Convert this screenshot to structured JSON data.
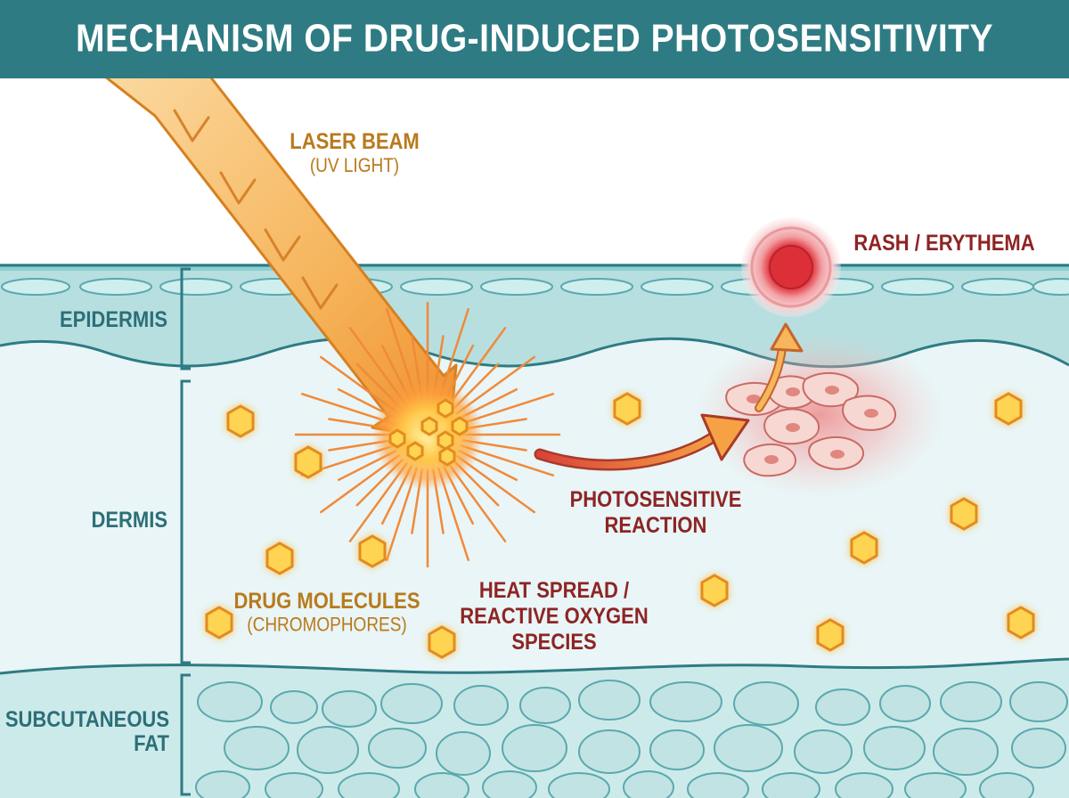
{
  "title": "MECHANISM OF DRUG-INDUCED PHOTOSENSITIVITY",
  "layers": {
    "epidermis": "EPIDERMIS",
    "dermis": "DERMIS",
    "subcutaneous_line1": "SUBCUTANEOUS",
    "subcutaneous_line2": "FAT"
  },
  "labels": {
    "laser_beam": "LASER BEAM",
    "uv_light": "(UV LIGHT)",
    "rash": "RASH / ERYTHEMA",
    "reaction_line1": "PHOTOSENSITIVE",
    "reaction_line2": "REACTION",
    "drug_molecules": "DRUG MOLECULES",
    "chromophores": "(CHROMOPHORES)",
    "heat_line1": "HEAT SPREAD /",
    "heat_line2": "REACTIVE OXYGEN",
    "heat_line3": "SPECIES"
  },
  "colors": {
    "banner": "#2e7b83",
    "layer_label": "#2c6f78",
    "beam_label": "#b87a1c",
    "reaction_label": "#8e2424",
    "epidermis_fill": "#b7dfe0",
    "dermis_fill": "#e9f5f6",
    "fat_fill": "#cdeaea",
    "molecule": "#f6b43c",
    "rash": "#d8323a"
  }
}
